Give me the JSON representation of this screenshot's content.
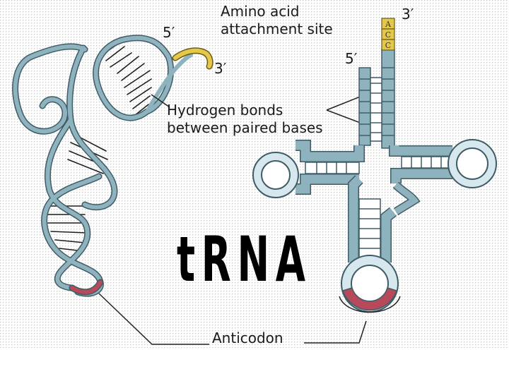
{
  "labels": {
    "amino_acid_line1": "Amino acid",
    "amino_acid_line2": "attachment site",
    "five_prime_left": "5′",
    "three_prime_left": "3′",
    "five_prime_right": "5′",
    "three_prime_right": "3′",
    "hbonds_line1": "Hydrogen bonds",
    "hbonds_line2": "between paired bases",
    "anticodon": "Anticodon",
    "title": "tRNA"
  },
  "acceptor_bases": [
    "A",
    "C",
    "C"
  ],
  "colors": {
    "strand": "#8fb3be",
    "strand_dark": "#3e5c66",
    "loop_light": "#d6e7ee",
    "anticodon": "#b74a5a",
    "tail": "#e4c84a",
    "background_dots": "#c9c9c9"
  }
}
